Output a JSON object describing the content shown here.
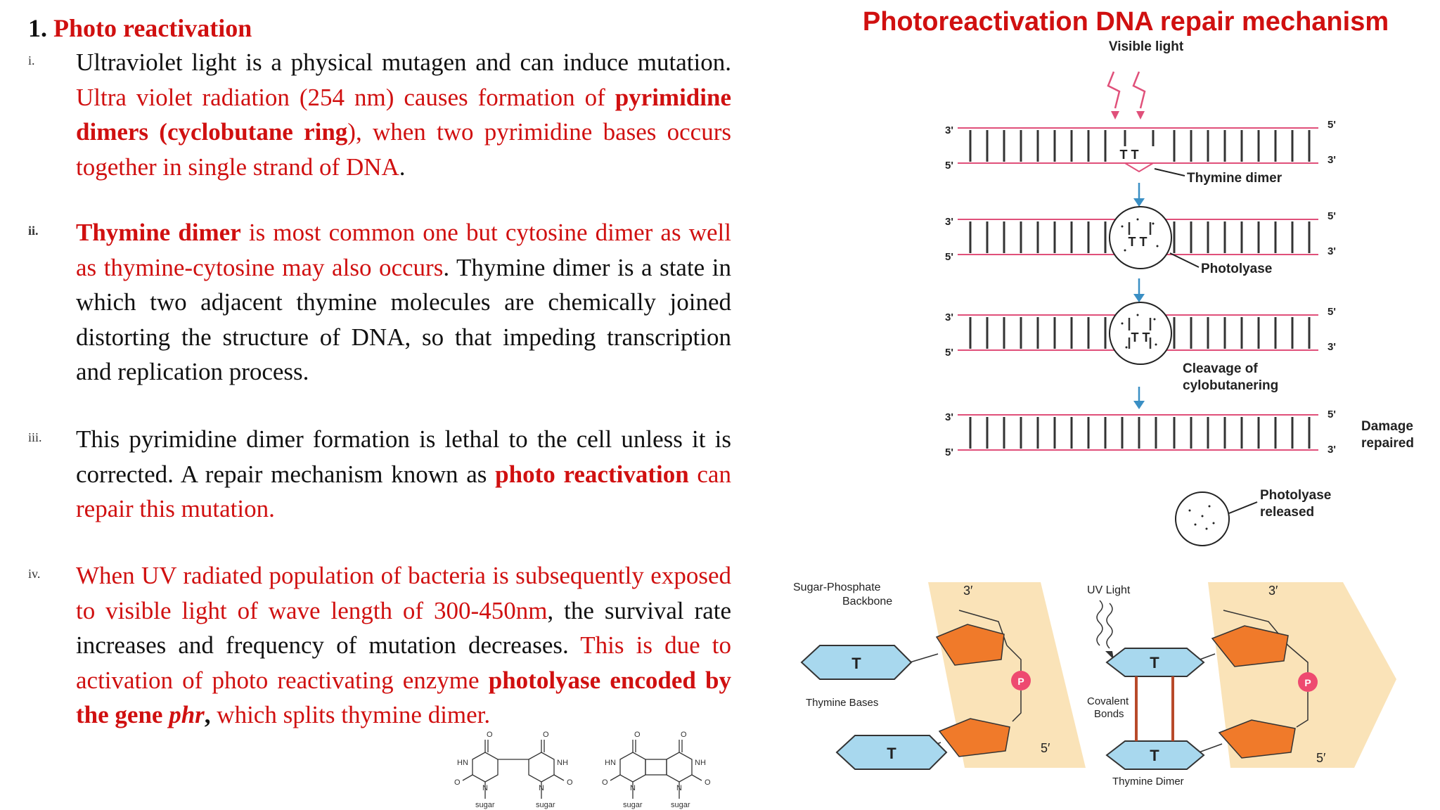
{
  "section": {
    "number": "1.",
    "title": "Photo reactivation"
  },
  "items": [
    {
      "marker": "i.",
      "s1": "Ultraviolet light is a physical mutagen and can induce mutation. ",
      "s2": "Ultra violet radiation (254 nm) causes formation of ",
      "s3": "pyrimidine dimers (cyclobutane ring",
      "s4": "), when two pyrimidine bases occurs together in single strand of DNA",
      "s5": "."
    },
    {
      "marker": "ii.",
      "s1": "Thymine dimer",
      "s2": " is most common one but cytosine dimer as well as thymine-cytosine may also occurs",
      "s3": ". Thymine dimer is a state in which two adjacent thymine molecules are chemically joined distorting the structure of DNA, so that impeding transcription and replication process."
    },
    {
      "marker": "iii.",
      "s1": "This pyrimidine dimer formation is lethal to the cell unless it is corrected. A repair mechanism known as ",
      "s2": "photo reactivation",
      "s3": " can repair this mutation."
    },
    {
      "marker": "iv.",
      "s1": "When UV radiated population of bacteria is subsequently exposed to visible light of wave length of 300-450nm",
      "s2": ", the survival rate increases and frequency of mutation decreases. ",
      "s3": "This is due to activation of photo reactivating enzyme ",
      "s4": "photolyase encoded by the gene ",
      "s5": "phr",
      "s6": ",",
      "s7": " which splits thymine dimer."
    }
  ],
  "chem": {
    "hn": "HN",
    "nh": "NH",
    "o": "O",
    "n": "N",
    "sugar": "sugar"
  },
  "diagram": {
    "title": "Photoreactivation DNA repair mechanism",
    "visible_light": "Visible light",
    "end3": "3'",
    "end5": "5'",
    "tt": "T T",
    "thymine_dimer": "Thymine dimer",
    "photolyase": "Photolyase",
    "cleavage_1": "Cleavage of",
    "cleavage_2": "cylobutanering",
    "damage_1": "Damage",
    "damage_2": "repaired",
    "released_1": "Photolyase",
    "released_2": "released"
  },
  "bottom": {
    "sp_1": "Sugar-Phosphate",
    "sp_2": "Backbone",
    "end3": "3′",
    "end5": "5′",
    "t": "T",
    "p": "P",
    "thymine_bases": "Thymine Bases",
    "uv_light": "UV Light",
    "covalent_1": "Covalent",
    "covalent_2": "Bonds",
    "thymine_dimer": "Thymine Dimer"
  },
  "colors": {
    "accent": "#d01010",
    "strand": "#e0507a",
    "arrow": "#3a8fc4",
    "backbone": "#fae3b8",
    "sugar": "#f07a2a",
    "base": "#a8d8ee",
    "phosphate": "#ee4a70",
    "bond": "#b84a2a"
  }
}
